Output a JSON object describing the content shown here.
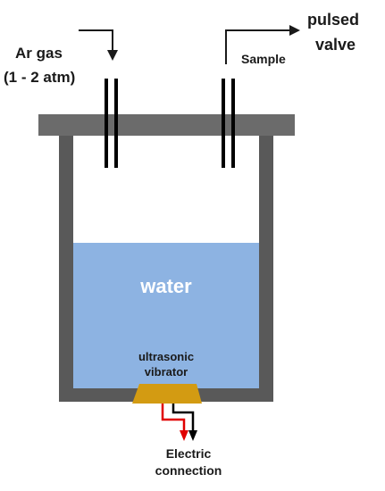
{
  "labels": {
    "ar_gas_line1": "Ar gas",
    "ar_gas_line2": "(1 - 2 atm)",
    "sample": "Sample",
    "pulsed_line1": "pulsed",
    "pulsed_line2": "valve",
    "water": "water",
    "vibrator_line1": "ultrasonic",
    "vibrator_line2": "vibrator",
    "electric_line1": "Electric",
    "electric_line2": "connection"
  },
  "colors": {
    "vessel": "#595959",
    "vessel_lid": "#6b6b6b",
    "water": "#8db3e2",
    "vibrator": "#d39b12",
    "tube": "#000000",
    "wire_positive": "#e00000",
    "wire_ground": "#000000"
  }
}
